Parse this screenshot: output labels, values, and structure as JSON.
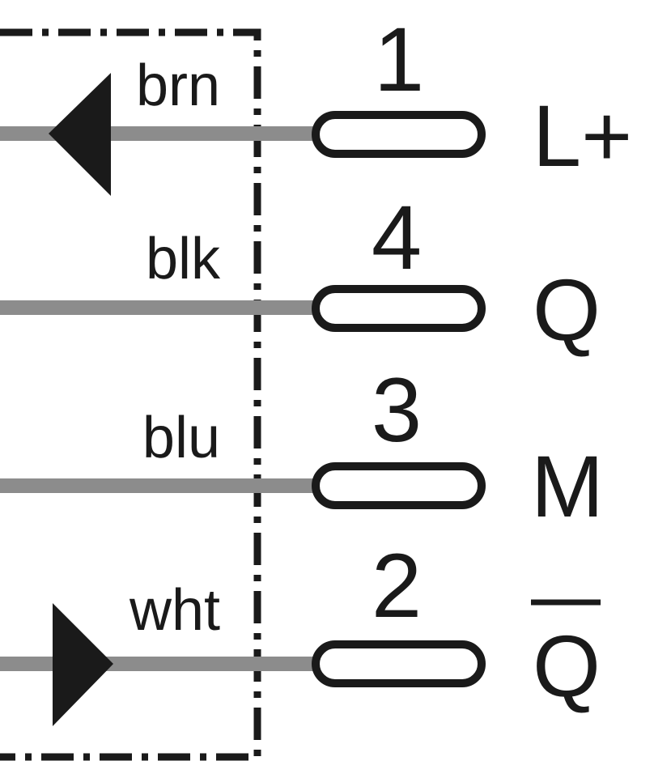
{
  "pins": [
    {
      "number": "1",
      "wire_color": "brn",
      "signal": "L+",
      "arrow": "left"
    },
    {
      "number": "4",
      "wire_color": "blk",
      "signal": "Q",
      "arrow": "none"
    },
    {
      "number": "3",
      "wire_color": "blu",
      "signal": "M",
      "arrow": "none"
    },
    {
      "number": "2",
      "wire_color": "wht",
      "signal": "Q",
      "overline": true,
      "arrow": "right"
    }
  ],
  "colors": {
    "wire": "#8c8c8c",
    "ink": "#1a1a1a"
  }
}
